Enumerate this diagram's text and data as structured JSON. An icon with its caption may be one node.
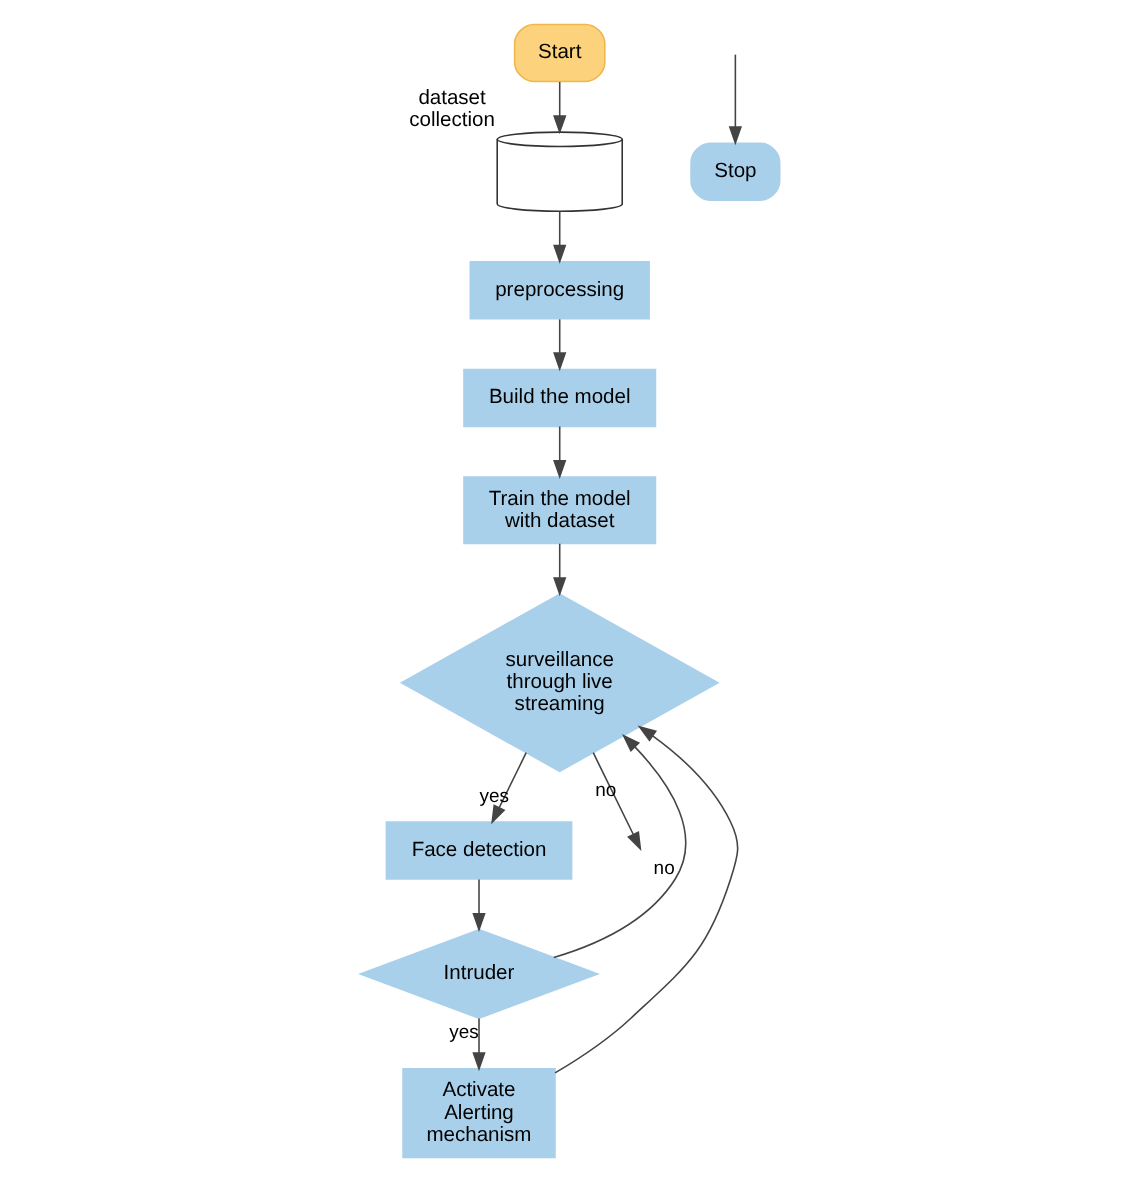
{
  "diagram": {
    "nodes": [
      {
        "text": [
          "Start"
        ]
      },
      {
        "text": [
          "dataset collection"
        ]
      },
      {
        "text": [
          "preprocessing"
        ]
      },
      {
        "text": [
          "Build the model"
        ]
      },
      {
        "text": [
          "Train the model with dataset"
        ]
      },
      {
        "text": [
          "surveillance through live streaming"
        ]
      },
      {
        "text": [
          "Face detection"
        ]
      },
      {
        "text": [
          "Intruder"
        ]
      },
      {
        "text": [
          "Activate Alerting mechanism"
        ]
      },
      {
        "text": [
          "Stop"
        ]
      }
    ],
    "edges": [
      {
        "from": 0,
        "to": 1,
        "arrow": "to"
      },
      {
        "from": 1,
        "to": 2,
        "arrow": "to"
      },
      {
        "from": 2,
        "to": 3,
        "arrow": "to"
      },
      {
        "from": 3,
        "to": 4,
        "arrow": "to"
      },
      {
        "from": 4,
        "to": 5,
        "arrow": "to"
      },
      {
        "from": 5,
        "to": 6,
        "arrow": "to",
        "label": "yes"
      },
      {
        "from": 6,
        "to": 7,
        "arrow": "to"
      },
      {
        "from": 7,
        "to": 8,
        "arrow": "to",
        "label": "yes"
      },
      {
        "from": 7,
        "to": 5,
        "arrow": "to",
        "label": "no"
      },
      {
        "from": 8,
        "to": 5,
        "arrow": "to"
      },
      {
        "from": 5,
        "to": null,
        "arrow": "to",
        "label": "no"
      },
      {
        "from": null,
        "to": 9,
        "arrow": "to"
      }
    ]
  }
}
